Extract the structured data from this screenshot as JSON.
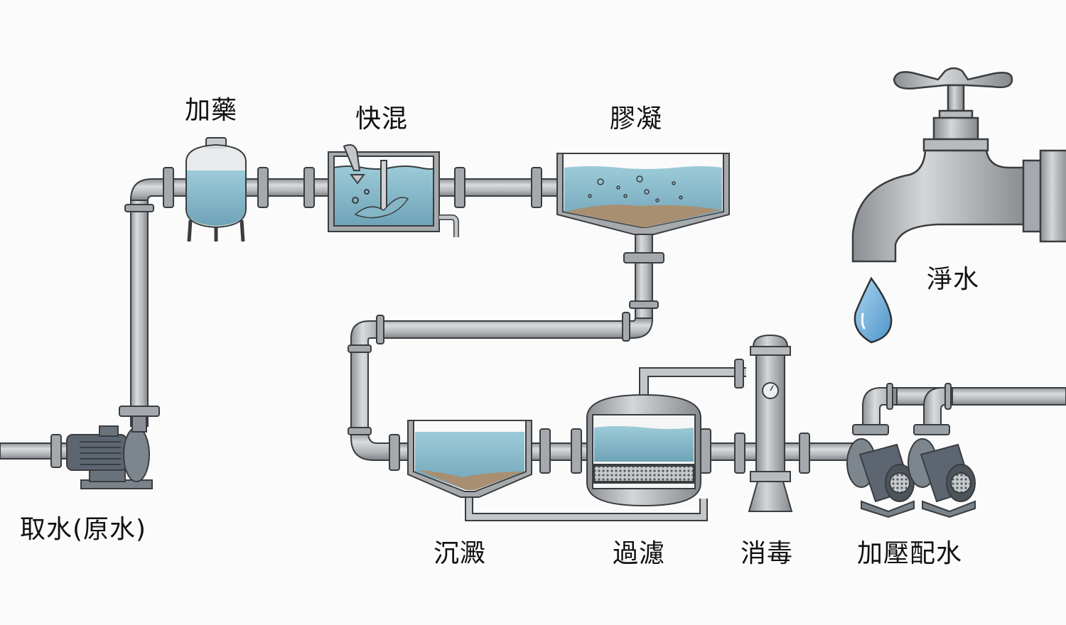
{
  "title": "淨水處理流程",
  "colors": {
    "background": "#fbfbfb",
    "pipe": "#b9bcbf",
    "pipe_dark": "#8f9397",
    "outline": "#3a3d40",
    "water": "#8fc0cf",
    "water_dark": "#6fa6ba",
    "sediment": "#a98f72",
    "drop": "#7ab8e0",
    "motor": "#5d6670"
  },
  "stages": [
    {
      "id": "intake",
      "label": "取水(原水)"
    },
    {
      "id": "dosing",
      "label": "加藥"
    },
    {
      "id": "rapid-mix",
      "label": "快混"
    },
    {
      "id": "coagulation",
      "label": "膠凝"
    },
    {
      "id": "sedimentation",
      "label": "沉澱"
    },
    {
      "id": "filtration",
      "label": "過濾"
    },
    {
      "id": "disinfection",
      "label": "消毒"
    },
    {
      "id": "pressurized-distribution",
      "label": "加壓配水"
    },
    {
      "id": "clean-water",
      "label": "淨水"
    }
  ]
}
